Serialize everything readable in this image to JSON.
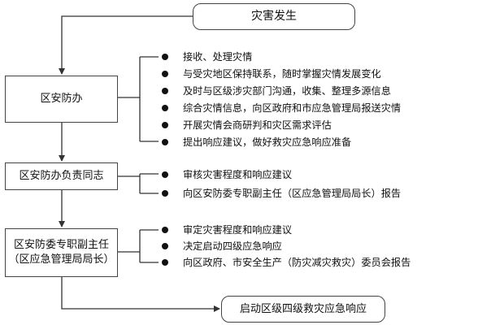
{
  "diagram": {
    "start": "灾害发生",
    "steps": [
      {
        "label": "区安防办",
        "items": [
          "接收、处理灾情",
          "与受灾地区保持联系，随时掌握灾情发展变化",
          "及时与区级涉灾部门沟通，收集、整理多源信息",
          "综合灾情信息，向区政府和市应急管理局报送灾情",
          "开展灾情会商研判和灾区需求评估",
          "提出响应建议，做好救灾应急响应准备"
        ]
      },
      {
        "label": "区安防办负责同志",
        "items": [
          "审核灾害程度和响应建议",
          "向区安防委专职副主任（区应急管理局局长）报告"
        ]
      },
      {
        "label_lines": [
          "区安防委专职副主任",
          "（区应急管理局局长）"
        ],
        "items": [
          "审定灾害程度和响应建议",
          "决定启动四级应急响应",
          "向区政府、市安全生产（防灾减灾救灾）委员会报告"
        ]
      }
    ],
    "end": "启动区级四级救灾应急响应"
  }
}
